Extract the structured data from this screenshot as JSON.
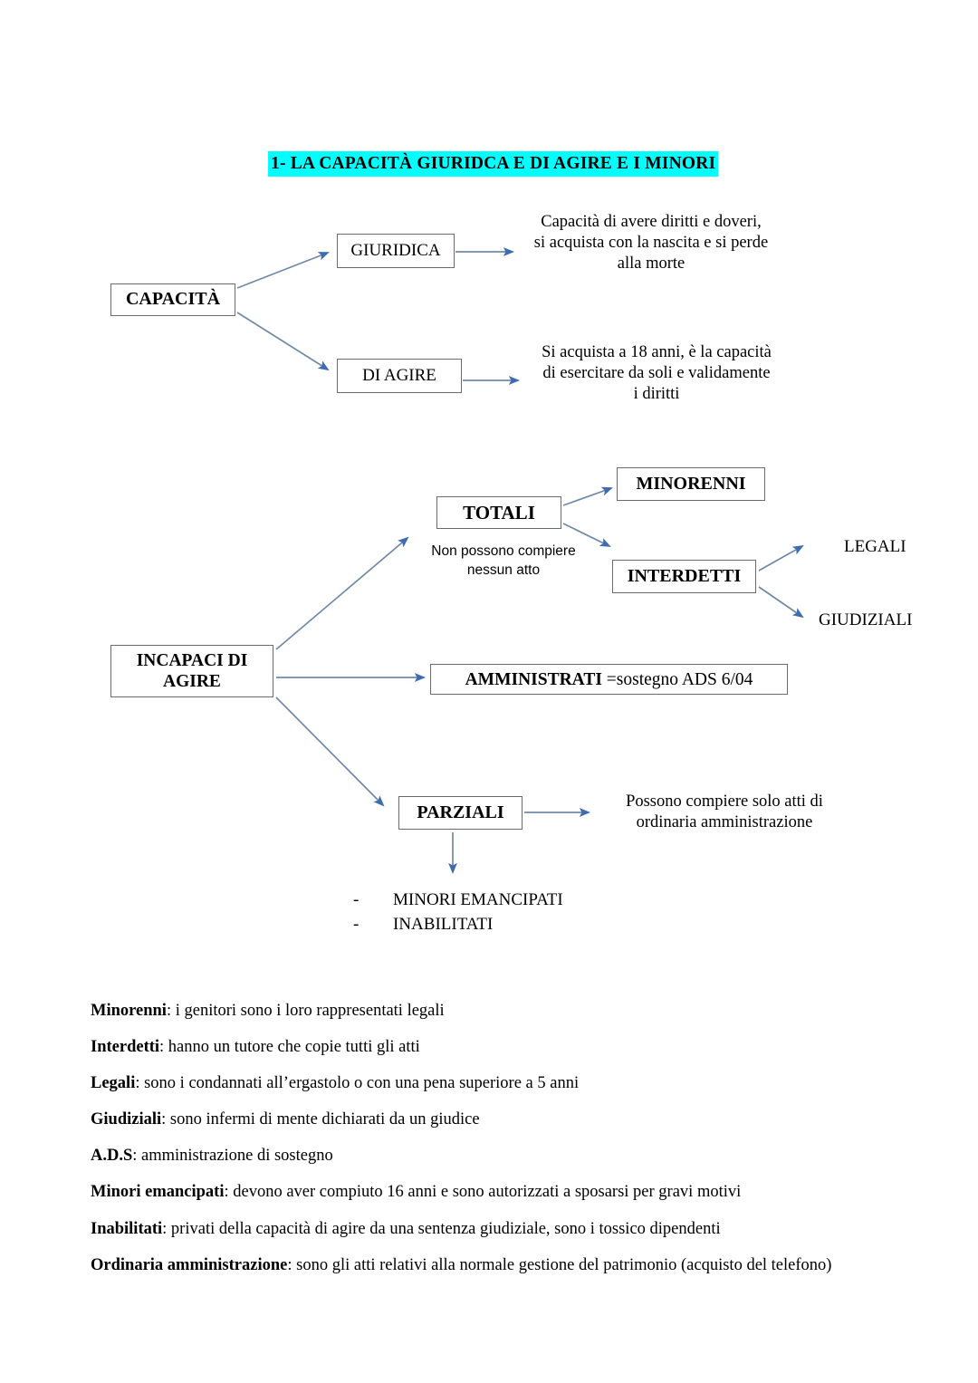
{
  "document": {
    "title": "1-   LA CAPACITÀ GIURIDCA E DI AGIRE E I MINORI",
    "title_highlight_color": "#00FFFF",
    "arrow_line_color": "#7089A8",
    "arrow_head_color": "#3F6BB0",
    "box_border_color": "#6B6B6B",
    "page_background": "#FFFFFF"
  },
  "diagram": {
    "capacita": {
      "root_label": "CAPACITÀ",
      "branch_giuridica_label": "GIURIDICA",
      "branch_giuridica_note": "Capacità di avere diritti e doveri,\nsi acquista con la nascita e si perde\nalla morte",
      "branch_giuridica_note_lines": [
        "Capacità di avere diritti e doveri,",
        "si acquista con la nascita e si perde",
        "alla morte"
      ],
      "branch_agire_label": "DI AGIRE",
      "branch_agire_note_lines": [
        "Si acquista a 18 anni, è la capacità",
        "di esercitare da soli e validamente",
        "i diritti"
      ]
    },
    "incapaci": {
      "root_label_lines": [
        "INCAPACI DI",
        "AGIRE"
      ],
      "totali_label": "TOTALI",
      "totali_note_lines": [
        "Non possono compiere",
        "nessun atto"
      ],
      "minorenni_label": "MINORENNI",
      "interdetti_label": "INTERDETTI",
      "interdetti_legali_label": "LEGALI",
      "interdetti_giudiziali_label": "GIUDIZIALI",
      "amministrati_label_bold": "AMMINISTRATI",
      "amministrati_label_rest": " =sostegno ADS 6/04",
      "parziali_label": "PARZIALI",
      "parziali_note_lines": [
        "Possono compiere solo atti di",
        "ordinaria amministrazione"
      ],
      "parziali_items": [
        {
          "bullet": "-",
          "text": "MINORI EMANCIPATI"
        },
        {
          "bullet": "-",
          "text": "INABILITATI"
        }
      ]
    }
  },
  "glossary": [
    {
      "term": "Minorenni",
      "definition": ": i genitori sono i loro rappresentati legali"
    },
    {
      "term": "Interdetti",
      "definition": ": hanno un tutore che copie tutti gli atti"
    },
    {
      "term": "Legali",
      "definition": ": sono i condannati all’ergastolo o con una pena superiore a 5 anni"
    },
    {
      "term": "Giudiziali",
      "definition": ": sono infermi di mente dichiarati da un giudice"
    },
    {
      "term": "A.D.S",
      "definition": ": amministrazione di sostegno"
    },
    {
      "term": "Minori emancipati",
      "definition": ": devono aver compiuto 16 anni e sono autorizzati a sposarsi per gravi motivi"
    },
    {
      "term": "Inabilitati",
      "definition": ": privati della capacità di agire da una sentenza giudiziale, sono i tossico dipendenti"
    },
    {
      "term": "Ordinaria amministrazione",
      "definition": ": sono gli atti relativi alla normale gestione del patrimonio (acquisto del telefono)"
    }
  ]
}
